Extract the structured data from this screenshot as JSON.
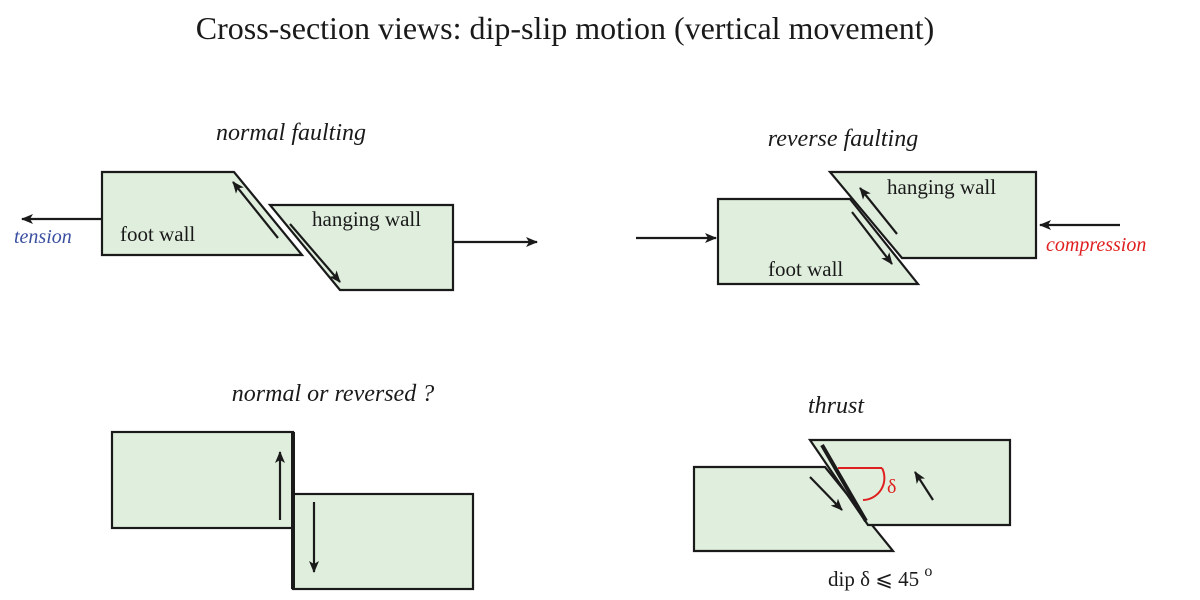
{
  "title": "Cross-section views: dip-slip motion (vertical movement)",
  "colors": {
    "block_fill": "#e0efdd",
    "outline": "#1a1a1a",
    "tension": "#3a4fa0",
    "compression": "#e02020",
    "angle": "#e02020"
  },
  "panels": {
    "normal": {
      "title": "normal faulting",
      "foot_wall": "foot wall",
      "hanging_wall": "hanging wall",
      "force": "tension"
    },
    "reverse": {
      "title": "reverse faulting",
      "hanging_wall": "hanging wall",
      "foot_wall": "foot wall",
      "force": "compression"
    },
    "ambiguous": {
      "title": "normal or reversed ?"
    },
    "thrust": {
      "title": "thrust",
      "angle_symbol": "δ",
      "dip_prefix": "dip δ ⩽ 45",
      "dip_superscript": "o"
    }
  },
  "icons": {
    "arrow": "arrow-icon",
    "angle_arc": "angle-arc-icon"
  }
}
